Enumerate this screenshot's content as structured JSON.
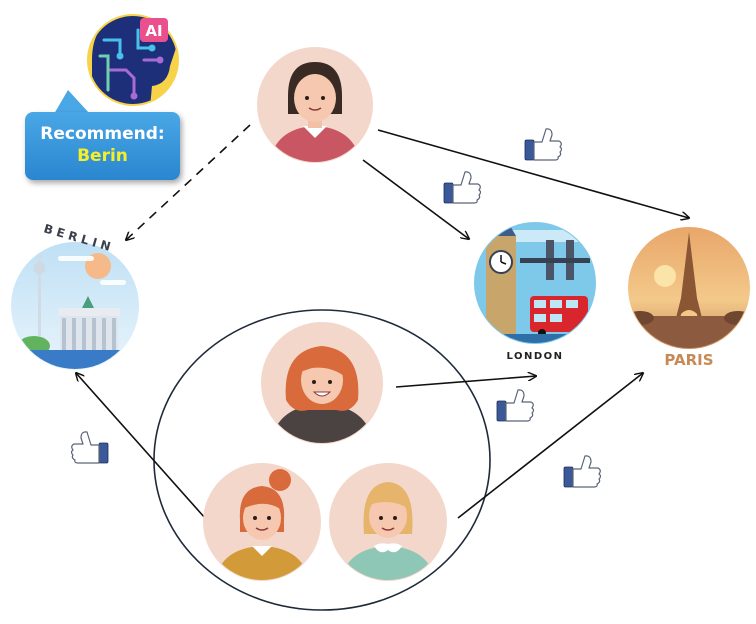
{
  "ai_badge": "AI",
  "recommendation": {
    "line1": "Recommend:",
    "line2": "Berin"
  },
  "cities": {
    "berlin": "BERLIN",
    "london": "LONDON",
    "paris": "PARIS"
  },
  "icons": {
    "like": "thumbs-up-icon",
    "ai": "ai-brain-icon"
  },
  "colors": {
    "bubble": "#2a86cf",
    "bubble_highlight": "#f5ee2a",
    "arrow": "#111111",
    "like_blue": "#3b5998"
  }
}
